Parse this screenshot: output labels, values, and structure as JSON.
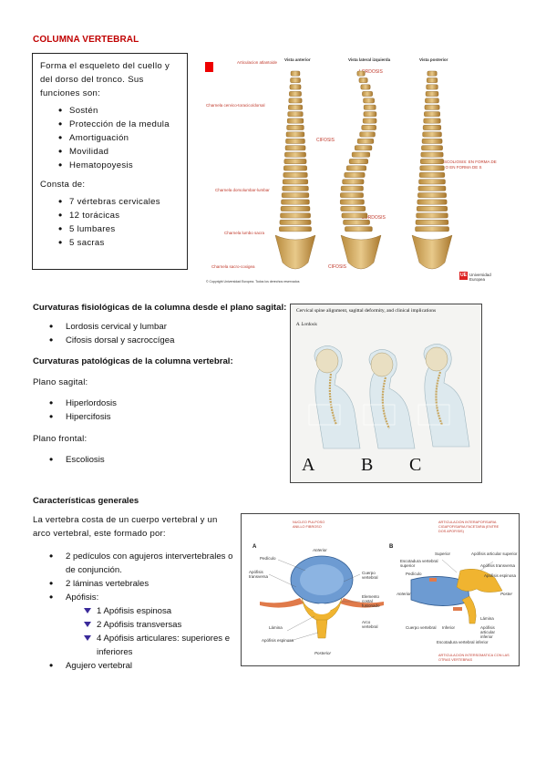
{
  "title": "COLUMNA VERTEBRAL",
  "intro_box": {
    "text": "Forma el esqueleto del cuello y del dorso del tronco. Sus funciones son:",
    "functions": [
      "Sostén",
      "Protección de la medula",
      "Amortiguación",
      "Movilidad",
      "Hematopoyesis"
    ],
    "consta_label": "Consta de:",
    "parts": [
      "7 vértebras cervicales",
      "12 torácicas",
      "5 lumbares",
      "5 sacras"
    ]
  },
  "spine_figure": {
    "headers": [
      "Vista anterior",
      "Vista lateral izquierda",
      "Vista posterior"
    ],
    "labels_left": [
      "Articulacion atlantoide",
      "Charnela cervico-toracico/dorsal",
      "Charnela dorsolumbar-lumbar",
      "Charnela lumbo sacra",
      "Charnela sacro-coxigea"
    ],
    "labels_mid": [
      "LORDOSIS",
      "CIFOSIS",
      "LORDOSIS",
      "CIFOSIS"
    ],
    "label_right": "ESCOLIOSIS: EN FORMA DE C O EN FORMA DE S",
    "copyright": "© Copyright Universidad Europea. Todos los derechos reservados",
    "brand": "Universidad Europea",
    "brand_mark": "UE"
  },
  "fisiologicas": {
    "heading": "Curvaturas fisiológicas de la columna desde el plano sagital:",
    "items": [
      "Lordosis cervical y lumbar",
      "Cifosis dorsal y sacroccígea"
    ]
  },
  "patologicas": {
    "heading": "Curvaturas patológicas de la columna vertebral:",
    "sagital_label": "Plano sagital:",
    "sagital_items": [
      "Hiperlordosis",
      "Hipercifosis"
    ],
    "frontal_label": "Plano frontal:",
    "frontal_items": [
      "Escoliosis"
    ]
  },
  "posture_figure": {
    "caption": "Cervical spine alignment, sagittal deformity, and clinical implications",
    "sub": "A. Lordosis",
    "panel_letters": [
      "A",
      "B",
      "C"
    ]
  },
  "caracteristicas": {
    "heading": "Características generales",
    "text": "La vertebra costa de un cuerpo vertebral y un arco vertebral, este formado por:",
    "items": [
      "2 pedículos con agujeros intervertebrales o de conjunción.",
      "2 láminas vertebrales",
      "Apófisis:"
    ],
    "apofisis": [
      "1 Apófisis espinosa",
      "2 Apófisis transversas",
      "4 Apófisis articulares: superiores e inferiores"
    ],
    "last_item": "Agujero vertebral"
  },
  "vertebra_figure": {
    "panel_a": "A",
    "panel_b": "B",
    "header_a": "NUCLEO PULPOSO ANILLO FIBROSO",
    "header_b": "ARTICULACION INTERAPOFISARIA CIGAPOFISARIA FACETARIA (ENTRE DOS APOFISIS)",
    "footer_b": "ARTICULACION INTERSOMATICA CON LAS OTRAS VERTEBRAS",
    "labels_a": [
      "Anterior",
      "Pedículo",
      "Apófisis transversa",
      "Lámina",
      "Apófisis espinosa",
      "Posterior",
      "Cuerpo vertebral",
      "Elemento costal fusionado",
      "Arco vertebral"
    ],
    "labels_b": [
      "Superior",
      "Escotadura vertebral superior",
      "Pedículo",
      "Anterior",
      "Cuerpo vertebral",
      "Inferior",
      "Escotadura vertebral inferior",
      "Apófisis articular superior",
      "Apófisis transversa",
      "Apófisis espinosa",
      "Poster",
      "Lámina",
      "Apófisis articular inferior"
    ]
  },
  "colors": {
    "title_red": "#c00000",
    "bone": "#d8b063",
    "disc_blue": "#5d8fc7",
    "bullet_arrow": "#3a2a9a"
  }
}
